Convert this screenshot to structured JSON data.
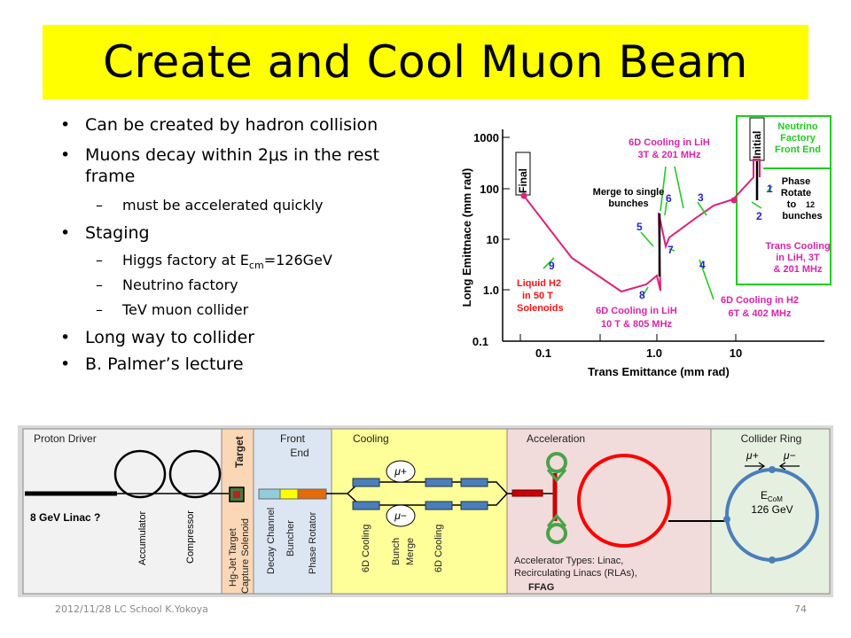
{
  "slide": {
    "title": "Create and Cool Muon Beam",
    "bullets": {
      "b1": "Can be created by hadron collision",
      "b2_line1": "Muons decay within 2μs in the rest",
      "b2_line2": "frame",
      "b2_sub": "must be accelerated quickly",
      "b3": "Staging",
      "b3_s1_pre": "Higgs factory at E",
      "b3_s1_sub": "cm",
      "b3_s1_post": "=126GeV",
      "b3_s2": "Neutrino factory",
      "b3_s3": "TeV muon collider",
      "b4": "Long way to collider",
      "b5": "B. Palmer’s lecture"
    },
    "footer": {
      "left": "2012/11/28 LC School K.Yokoya",
      "page": "74"
    }
  },
  "chart": {
    "ylabel": "Long Emittnace (mm rad)",
    "xlabel": "Trans Emittance  (mm rad)",
    "yticks": [
      "1000",
      "100",
      "10",
      "1.0",
      "0.1"
    ],
    "xticks": [
      "0.1",
      "1.0",
      "10"
    ],
    "labels": {
      "final": "Final",
      "initial": "Initial",
      "nf_1": "Neutrino",
      "nf_2": "Factory",
      "nf_3": "Front End",
      "c6d_lih_3t_1": "6D Cooling in LiH",
      "c6d_lih_3t_2": "3T & 201 MHz",
      "merge_1": "Merge to single",
      "merge_2": "bunches",
      "phase_1": "Phase",
      "phase_2": "Rotate",
      "phase_3": "to",
      "phase_4": "12",
      "phase_5": "bunches",
      "trans_1": "Trans Cooling",
      "trans_2": "in LiH, 3T",
      "trans_3": "& 201 MHz",
      "liq_1": "Liquid H2",
      "liq_2": "in 50 T",
      "liq_3": "Solenoids",
      "c6d_lih_10t_1": "6D Cooling in LiH",
      "c6d_lih_10t_2": "10 T & 805 MHz",
      "c6d_h2_1": "6D Cooling in H2",
      "c6d_h2_2": "6T & 402 MHz",
      "n1": "1",
      "n2": "2",
      "n3": "3",
      "n4": "4",
      "n5": "5",
      "n6": "6",
      "n7": "7",
      "n8": "8",
      "n9": "9"
    }
  },
  "layout_diagram": {
    "sections": {
      "proton_driver": "Proton Driver",
      "target": "Target",
      "front_end_1": "Front",
      "front_end_2": "End",
      "cooling": "Cooling",
      "acceleration": "Acceleration",
      "collider_ring": "Collider Ring"
    },
    "labels": {
      "linac": "8 GeV Linac ?",
      "accumulator": "Accumulator",
      "compressor": "Compressor",
      "hg_target_1": "Hg-Jet Target",
      "hg_target_2": "Capture Solenoid",
      "decay_channel": "Decay Channel",
      "buncher": "Buncher",
      "phase_rotator": "Phase Rotator",
      "cool6d_1": "6D Cooling",
      "bunch_merge_1": "Bunch",
      "bunch_merge_2": "Merge",
      "cool6d_2": "6D Cooling",
      "mu_plus": "μ+",
      "mu_minus": "μ−",
      "acc_types_1": "Accelerator Types:     Linac,",
      "acc_types_2": "Recirculating Linacs (RLAs),",
      "ffag": "FFAG",
      "ring_mu_plus": "μ+",
      "ring_mu_minus": "μ−",
      "ecom_main": "E",
      "ecom_sub": "CoM",
      "energy": "126 GeV"
    }
  },
  "colors": {
    "title_bg": "#ffff00",
    "curve": "#e0207a",
    "annotation_green": "#22cc22",
    "annotation_magenta": "#dd22aa",
    "annotation_blue": "#2222cc",
    "target_bg": "#fbd7b5",
    "front_end_bg": "#dce6f2",
    "cooling_bg": "#ffff99",
    "acceleration_bg": "#f2dcdb",
    "collider_bg": "#e6f0e0",
    "ring_red": "#ff0000",
    "ring_blue": "#4a7ebb"
  }
}
